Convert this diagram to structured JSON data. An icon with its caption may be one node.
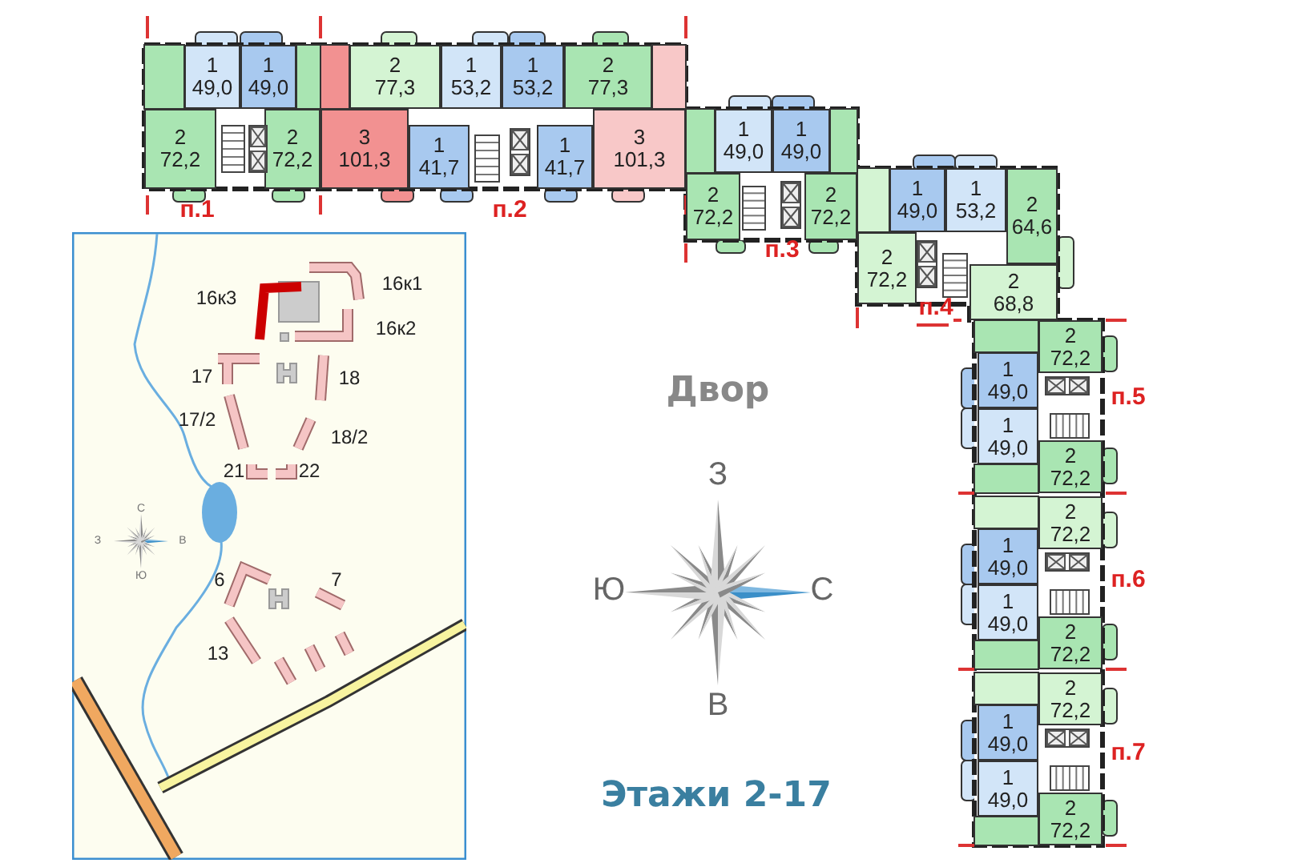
{
  "diagram": {
    "caption": "Этажи 2-17",
    "nodes": [
      {
        "text": [
          "1",
          "49,0"
        ]
      },
      {
        "text": [
          "1",
          "49,0"
        ]
      },
      {
        "text": [
          "2",
          "72,2"
        ]
      },
      {
        "text": [
          "2",
          "72,2"
        ]
      },
      {
        "text": [
          "2",
          "77,3"
        ]
      },
      {
        "text": [
          "1",
          "53,2"
        ]
      },
      {
        "text": [
          "1",
          "53,2"
        ]
      },
      {
        "text": [
          "2",
          "77,3"
        ]
      },
      {
        "text": [
          "3",
          "101,3"
        ]
      },
      {
        "text": [
          "1",
          "41,7"
        ]
      },
      {
        "text": [
          "1",
          "41,7"
        ]
      },
      {
        "text": [
          "3",
          "101,3"
        ]
      },
      {
        "text": [
          "1",
          "49,0"
        ]
      },
      {
        "text": [
          "1",
          "49,0"
        ]
      },
      {
        "text": [
          "2",
          "72,2"
        ]
      },
      {
        "text": [
          "2",
          "72,2"
        ]
      },
      {
        "text": [
          "1",
          "49,0"
        ]
      },
      {
        "text": [
          "1",
          "53,2"
        ]
      },
      {
        "text": [
          "2",
          "64,6"
        ]
      },
      {
        "text": [
          "2",
          "72,2"
        ]
      },
      {
        "text": [
          "2",
          "68,8"
        ]
      },
      {
        "text": [
          "2",
          "72,2"
        ]
      },
      {
        "text": [
          "1",
          "49,0"
        ]
      },
      {
        "text": [
          "1",
          "49,0"
        ]
      },
      {
        "text": [
          "2",
          "72,2"
        ]
      },
      {
        "text": [
          "2",
          "72,2"
        ]
      },
      {
        "text": [
          "1",
          "49,0"
        ]
      },
      {
        "text": [
          "1",
          "49,0"
        ]
      },
      {
        "text": [
          "2",
          "72,2"
        ]
      },
      {
        "text": [
          "2",
          "72,2"
        ]
      },
      {
        "text": [
          "1",
          "49,0"
        ]
      },
      {
        "text": [
          "1",
          "49,0"
        ]
      },
      {
        "text": [
          "2",
          "72,2"
        ]
      }
    ],
    "labels": [
      "п.1",
      "п.2",
      "п.3",
      "п.4",
      "п.5",
      "п.6",
      "п.7",
      "16к1",
      "16к3",
      "16к2",
      "17",
      "18",
      "17/2",
      "18/2",
      "21",
      "22",
      "С",
      "З",
      "В",
      "Ю",
      "6",
      "7",
      "13",
      "Двор",
      "З",
      "Ю",
      "С",
      "В"
    ]
  }
}
